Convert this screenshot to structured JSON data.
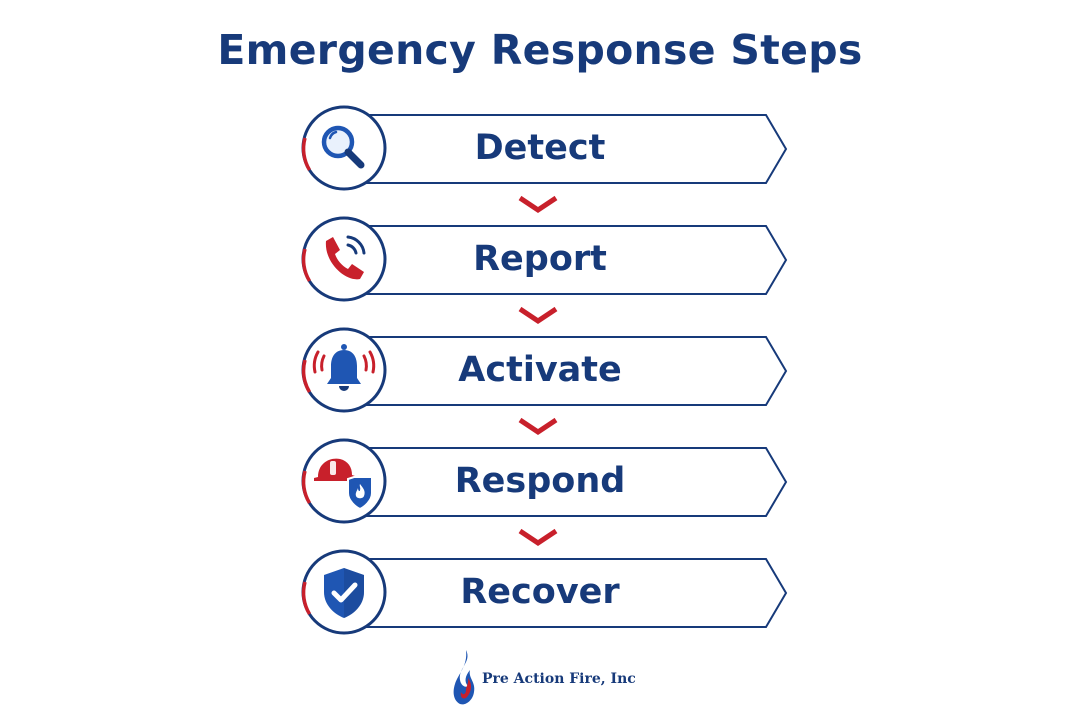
{
  "title": "Emergency Response Steps",
  "steps": [
    {
      "label": "Detect",
      "icon": "magnifier-icon"
    },
    {
      "label": "Report",
      "icon": "phone-ringing-icon"
    },
    {
      "label": "Activate",
      "icon": "alarm-bell-icon"
    },
    {
      "label": "Respond",
      "icon": "firefighter-helmet-shield-icon"
    },
    {
      "label": "Recover",
      "icon": "shield-check-icon"
    }
  ],
  "colors": {
    "navy": "#173a7a",
    "red": "#c8202b",
    "blue": "#1f56b3",
    "background": "#ffffff"
  },
  "logo": {
    "text": "Pre Action Fire, Inc",
    "icon": "flame-logo-icon"
  }
}
